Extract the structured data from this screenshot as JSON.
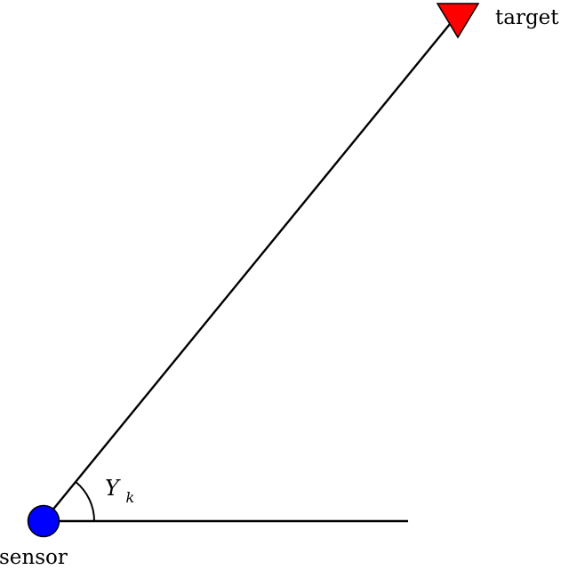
{
  "labels": {
    "target": "target",
    "sensor": "sensor",
    "angle_main": "Y",
    "angle_sub": "k"
  },
  "colors": {
    "sensor_fill": "#0000ff",
    "target_fill": "#ff0000",
    "stroke": "#000000",
    "background": "#ffffff"
  }
}
